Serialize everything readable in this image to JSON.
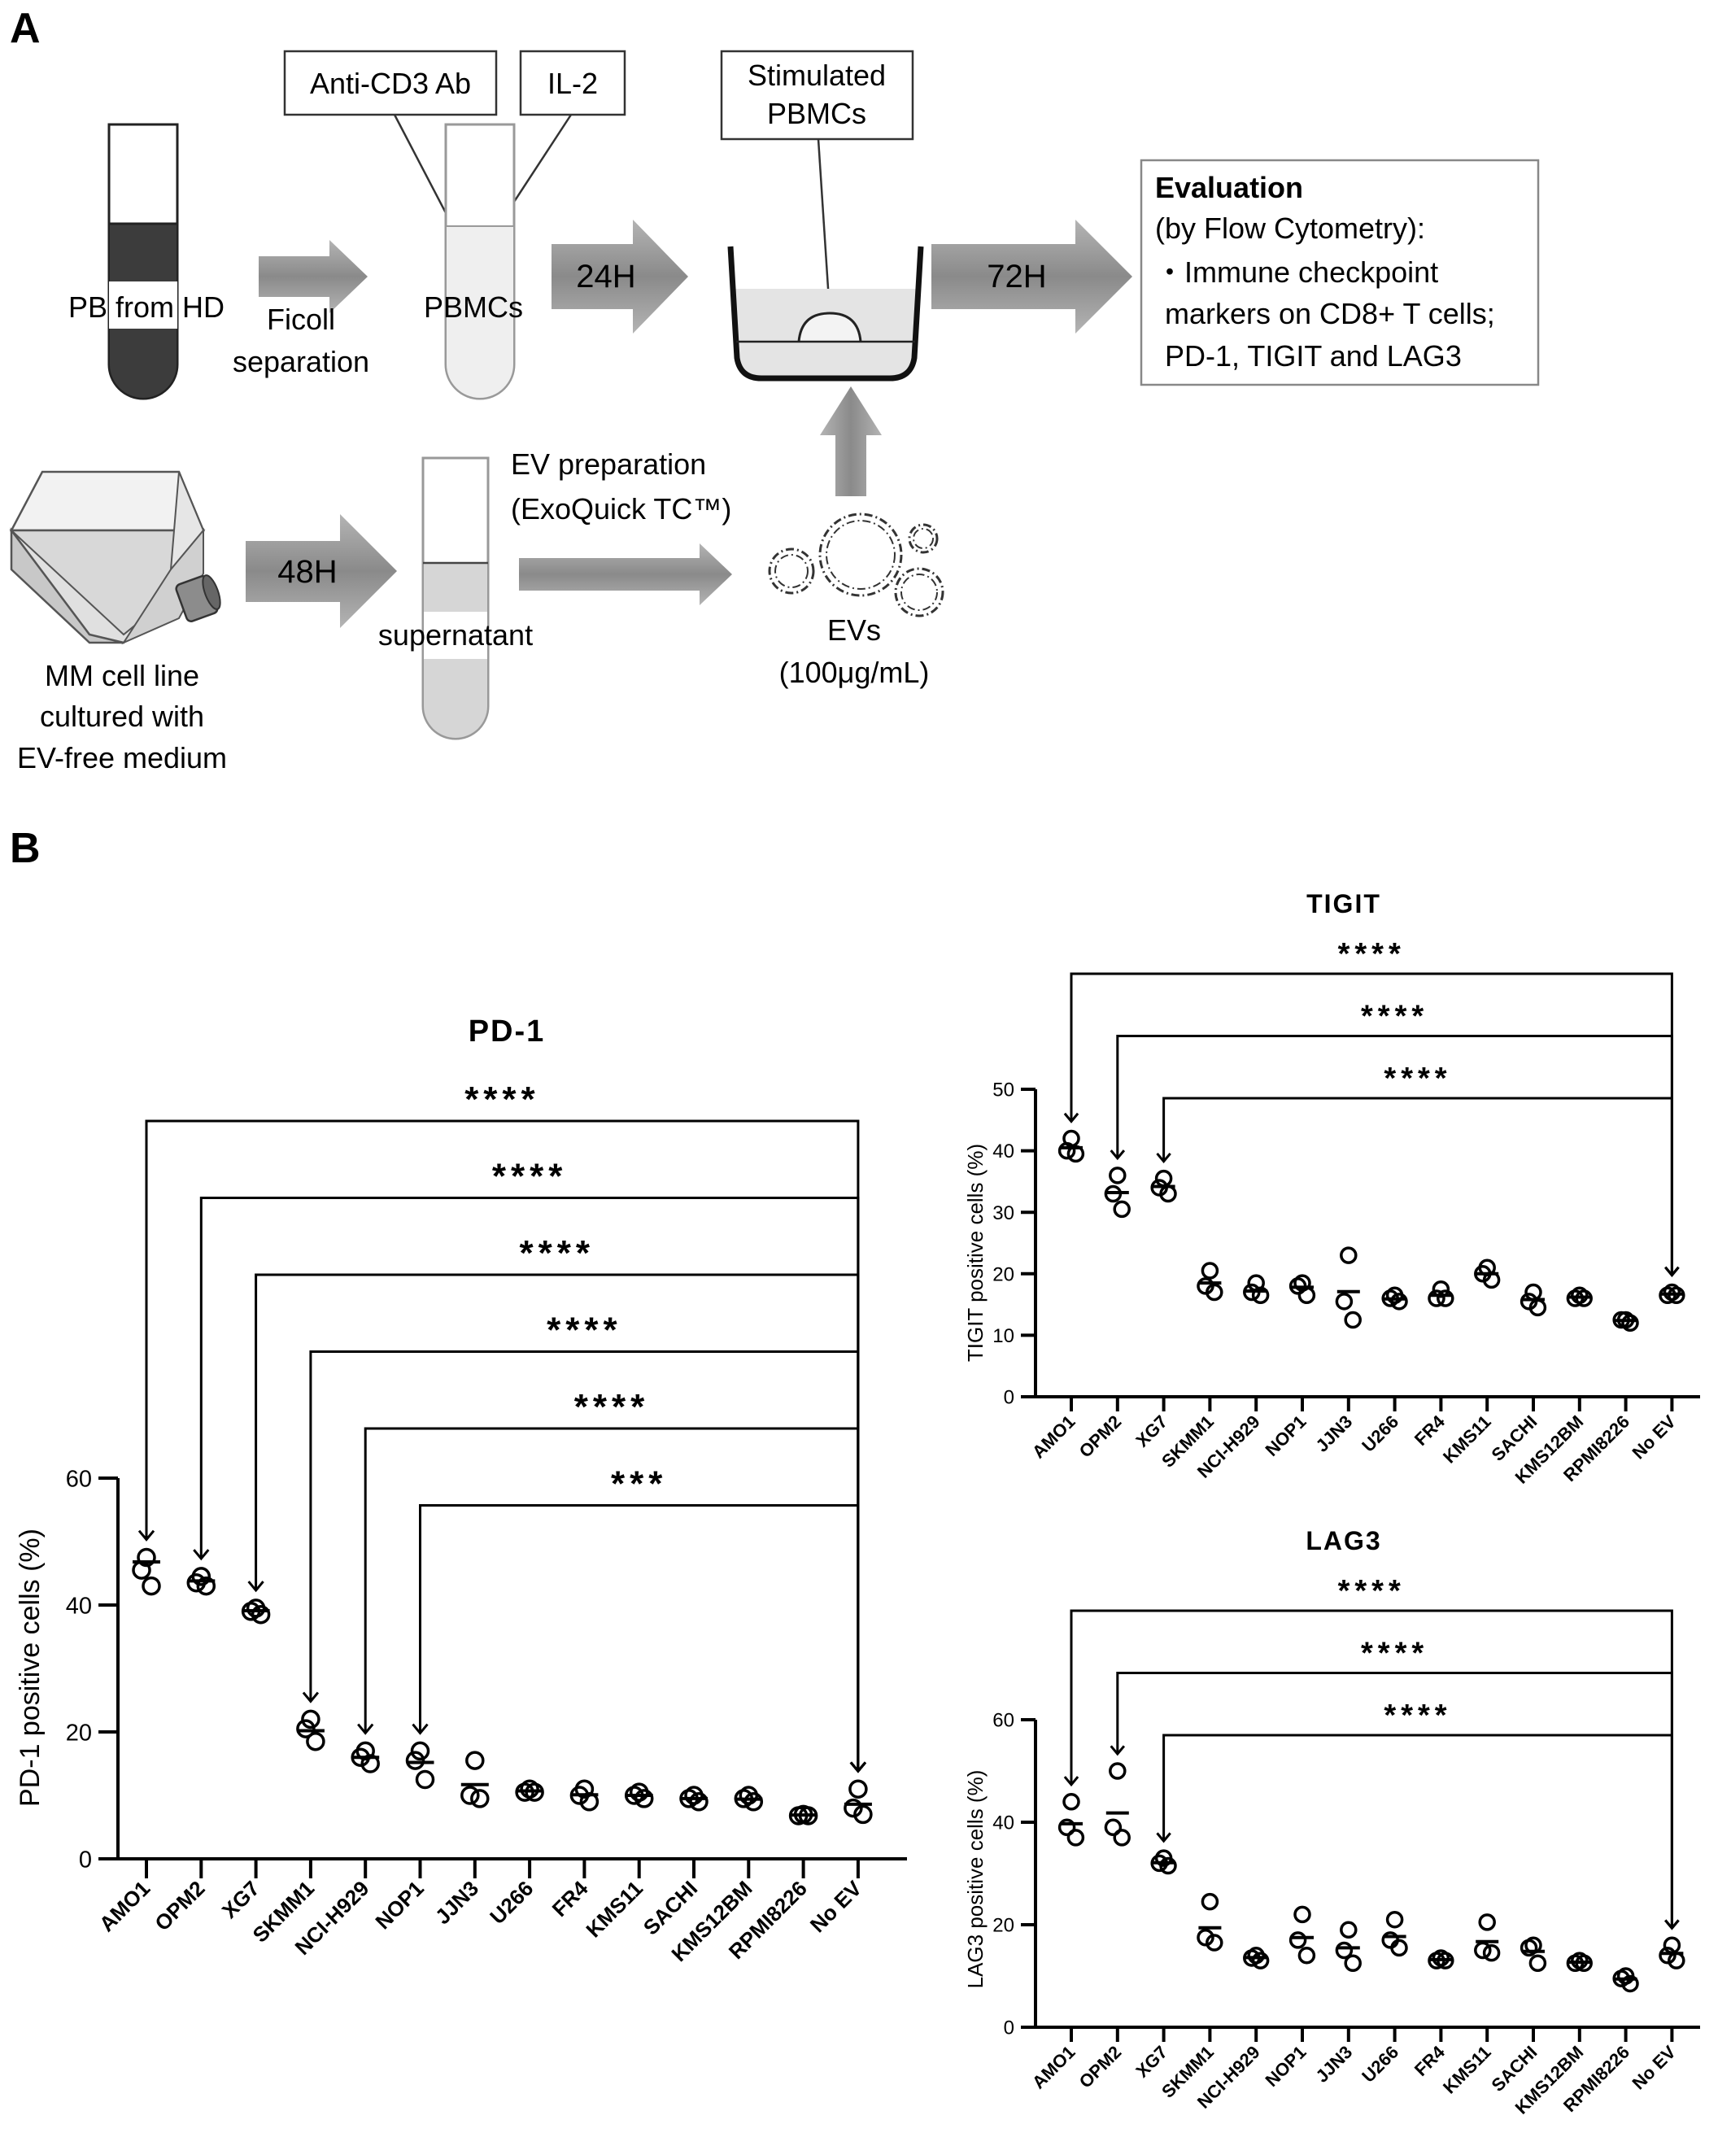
{
  "panelA": {
    "label": "A",
    "anti_cd3": "Anti-CD3 Ab",
    "il2": "IL-2",
    "pb_from_hd": "PB from HD",
    "ficoll": [
      "Ficoll",
      "separation"
    ],
    "pbmcs": "PBMCs",
    "time_24h": "24H",
    "stimulated": [
      "Stimulated",
      "PBMCs"
    ],
    "time_72h": "72H",
    "evaluation": {
      "title": "Evaluation",
      "lines": [
        "(by Flow Cytometry):",
        "・Immune checkpoint",
        "markers on CD8+ T cells;",
        "PD-1, TIGIT and LAG3"
      ]
    },
    "mm_cell_line": [
      "MM cell line",
      "cultured with",
      "EV-free medium"
    ],
    "time_48h": "48H",
    "supernatant": "supernatant",
    "ev_prep": [
      "EV preparation",
      "(ExoQuick TC™)"
    ],
    "evs": [
      "EVs",
      "(100μg/mL)"
    ]
  },
  "panelB": {
    "label": "B"
  },
  "chart_data": [
    {
      "type": "scatter",
      "title": "PD-1",
      "ylabel": "PD-1 positive cells (%)",
      "ylim": [
        0,
        60
      ],
      "yticks": [
        0,
        20,
        40,
        60
      ],
      "categories": [
        "AMO1",
        "OPM2",
        "XG7",
        "SKMM1",
        "NCI-H929",
        "NOP1",
        "JJN3",
        "U266",
        "FR4",
        "KMS11",
        "SACHI",
        "KMS12BM",
        "RPMI8226",
        "No EV"
      ],
      "points": [
        [
          47.5,
          45.5,
          43
        ],
        [
          44.5,
          43.5,
          43
        ],
        [
          39.5,
          39,
          38.5
        ],
        [
          22,
          20.5,
          18.5
        ],
        [
          17,
          16,
          15
        ],
        [
          17,
          15.5,
          12.5
        ],
        [
          15.5,
          10,
          9.5
        ],
        [
          11,
          10.5,
          10.5
        ],
        [
          11,
          10,
          9
        ],
        [
          10.5,
          10,
          9.5
        ],
        [
          10,
          9.5,
          9
        ],
        [
          10,
          9.5,
          9
        ],
        [
          7,
          6.8,
          6.8
        ],
        [
          11,
          8,
          7
        ]
      ],
      "means": [
        46.8,
        43.8,
        39.1,
        20.2,
        16,
        15.2,
        11.7,
        10.7,
        10.1,
        10,
        9.5,
        9.4,
        6.9,
        8.6
      ],
      "significance": [
        {
          "from": "AMO1",
          "to": "No EV",
          "label": "****"
        },
        {
          "from": "OPM2",
          "to": "No EV",
          "label": "****"
        },
        {
          "from": "XG7",
          "to": "No EV",
          "label": "****"
        },
        {
          "from": "SKMM1",
          "to": "No EV",
          "label": "****"
        },
        {
          "from": "NCI-H929",
          "to": "No EV",
          "label": "****"
        },
        {
          "from": "NOP1",
          "to": "No EV",
          "label": "***"
        }
      ]
    },
    {
      "type": "scatter",
      "title": "TIGIT",
      "ylabel": "TIGIT positive cells (%)",
      "ylim": [
        0,
        50
      ],
      "yticks": [
        0,
        10,
        20,
        30,
        40,
        50
      ],
      "categories": [
        "AMO1",
        "OPM2",
        "XG7",
        "SKMM1",
        "NCI-H929",
        "NOP1",
        "JJN3",
        "U266",
        "FR4",
        "KMS11",
        "SACHI",
        "KMS12BM",
        "RPMI8226",
        "No EV"
      ],
      "points": [
        [
          42,
          40,
          39.5
        ],
        [
          36,
          33,
          30.5
        ],
        [
          35.5,
          34,
          33
        ],
        [
          20.5,
          18,
          17
        ],
        [
          18.5,
          17,
          16.5
        ],
        [
          18.5,
          18,
          16.5
        ],
        [
          23,
          15.5,
          12.5
        ],
        [
          16.5,
          16,
          15.5
        ],
        [
          17.5,
          16,
          16
        ],
        [
          21,
          20,
          19
        ],
        [
          17,
          15.5,
          14.5
        ],
        [
          16.5,
          16,
          16
        ],
        [
          12.5,
          12.5,
          12
        ],
        [
          17,
          16.5,
          16.5
        ]
      ],
      "means": [
        40.5,
        33.2,
        34.2,
        18.5,
        17.2,
        17.8,
        17.1,
        15.9,
        16.5,
        20,
        15.8,
        16.2,
        12.4,
        16.7
      ],
      "significance": [
        {
          "from": "AMO1",
          "to": "No EV",
          "label": "****"
        },
        {
          "from": "OPM2",
          "to": "No EV",
          "label": "****"
        },
        {
          "from": "XG7",
          "to": "No EV",
          "label": "****"
        }
      ]
    },
    {
      "type": "scatter",
      "title": "LAG3",
      "ylabel": "LAG3 positive cells (%)",
      "ylim": [
        0,
        60
      ],
      "yticks": [
        0,
        20,
        40,
        60
      ],
      "categories": [
        "AMO1",
        "OPM2",
        "XG7",
        "SKMM1",
        "NCI-H929",
        "NOP1",
        "JJN3",
        "U266",
        "FR4",
        "KMS11",
        "SACHI",
        "KMS12BM",
        "RPMI8226",
        "No EV"
      ],
      "points": [
        [
          44,
          39,
          37
        ],
        [
          50,
          39,
          37
        ],
        [
          33,
          32,
          31.5
        ],
        [
          24.5,
          17.5,
          16.5
        ],
        [
          14,
          13.5,
          13
        ],
        [
          22,
          17,
          14
        ],
        [
          19,
          15,
          12.5
        ],
        [
          21,
          17,
          15.5
        ],
        [
          13.5,
          13,
          13
        ],
        [
          20.5,
          15,
          14.5
        ],
        [
          16,
          15.5,
          12.5
        ],
        [
          13,
          12.5,
          12.5
        ],
        [
          10,
          9.5,
          8.5
        ],
        [
          16,
          14,
          13
        ]
      ],
      "means": [
        39.7,
        41.8,
        32.1,
        19.4,
        13.6,
        17.5,
        15.5,
        17.7,
        13.2,
        16.7,
        14.8,
        12.7,
        9.4,
        14.4
      ],
      "significance": [
        {
          "from": "AMO1",
          "to": "No EV",
          "label": "****"
        },
        {
          "from": "OPM2",
          "to": "No EV",
          "label": "****"
        },
        {
          "from": "XG7",
          "to": "No EV",
          "label": "****"
        }
      ]
    }
  ]
}
